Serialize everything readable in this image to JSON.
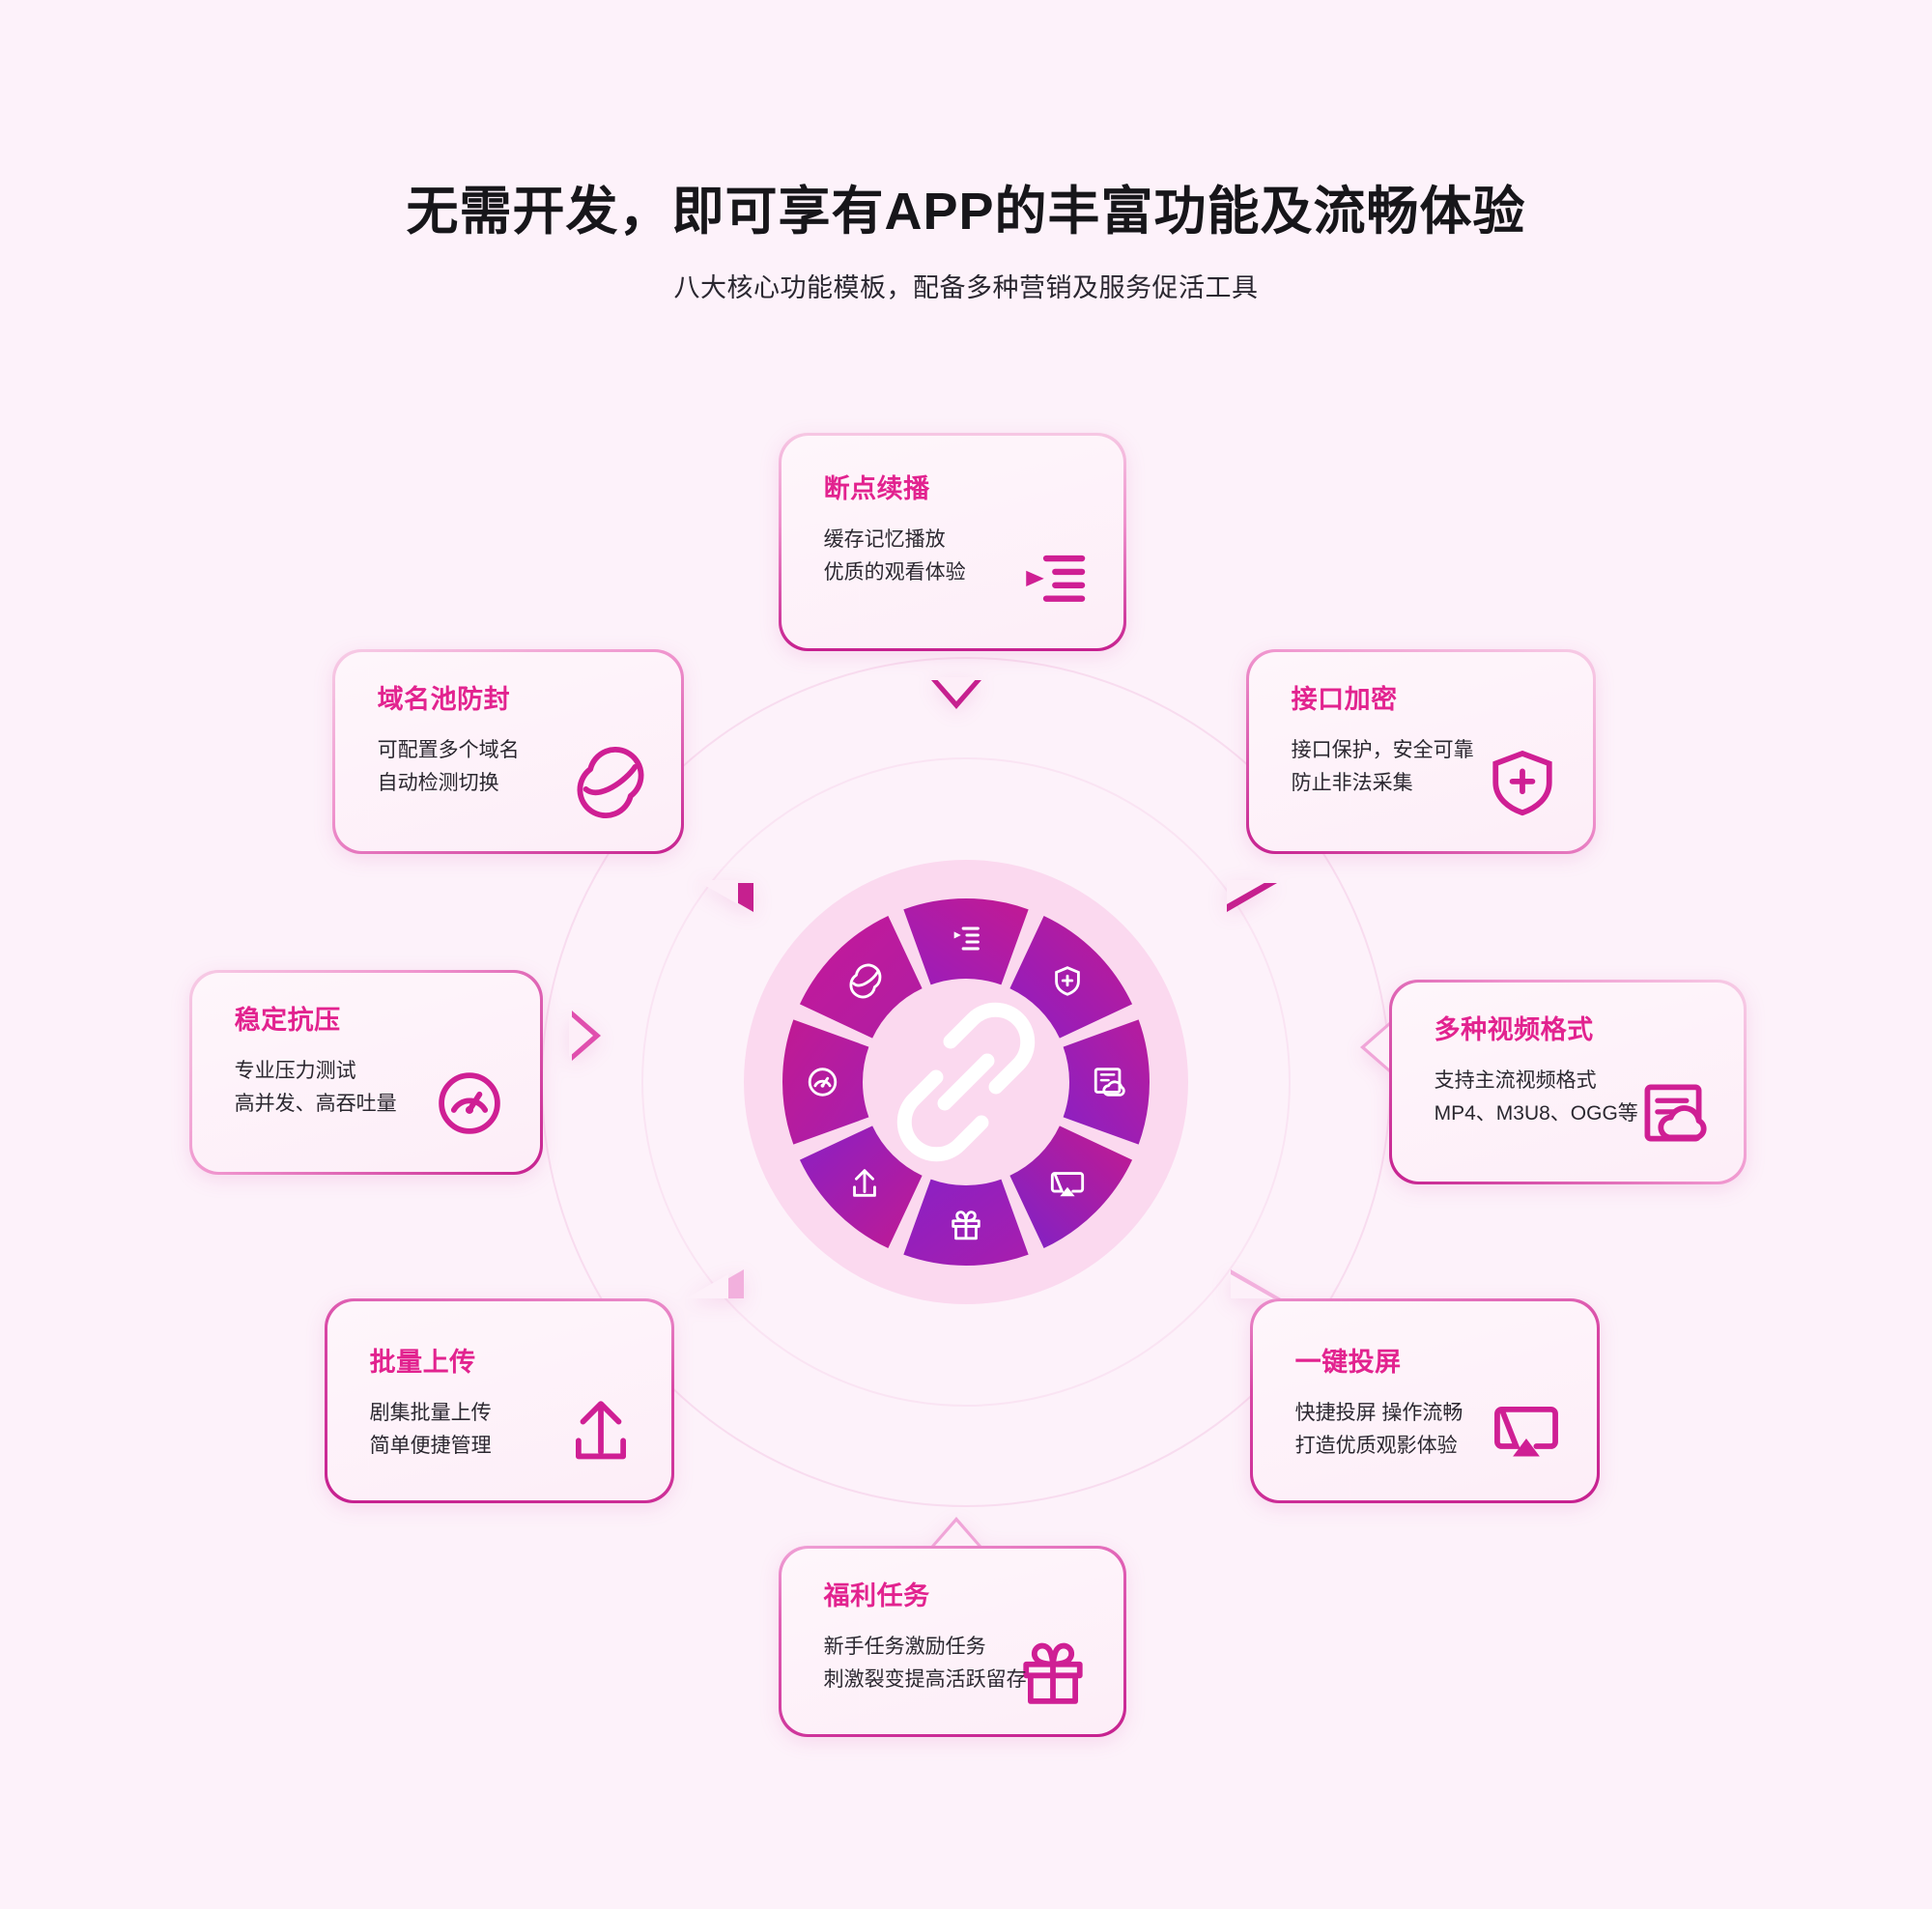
{
  "header": {
    "title": "无需开发，即可享有APP的丰富功能及流畅体验",
    "subtitle": "八大核心功能模板，配备多种营销及服务促活工具"
  },
  "theme": {
    "background": "#fdf2fa",
    "accent": "#e2238f",
    "border_deep": "#c6208f",
    "halo": "#fbd9ef",
    "wheel_purple": "#8e1ec0",
    "wheel_magenta": "#c01a93"
  },
  "hub": {
    "center_icon": "link-chain-icon",
    "segments": [
      {
        "icon": "playlist-play-icon",
        "feature": "断点续播"
      },
      {
        "icon": "shield-plus-icon",
        "feature": "接口加密"
      },
      {
        "icon": "document-cloud-icon",
        "feature": "多种视频格式"
      },
      {
        "icon": "screen-cast-icon",
        "feature": "一键投屏"
      },
      {
        "icon": "gift-icon",
        "feature": "福利任务"
      },
      {
        "icon": "upload-icon",
        "feature": "批量上传"
      },
      {
        "icon": "gauge-icon",
        "feature": "稳定抗压"
      },
      {
        "icon": "globe-orbit-icon",
        "feature": "域名池防封"
      }
    ]
  },
  "cards": [
    {
      "id": "resume-play",
      "title": "断点续播",
      "desc": "缓存记忆播放\n优质的观看体验",
      "icon": "playlist-play-icon"
    },
    {
      "id": "api-encryption",
      "title": "接口加密",
      "desc": "接口保护，安全可靠\n防止非法采集",
      "icon": "shield-plus-icon"
    },
    {
      "id": "video-formats",
      "title": "多种视频格式",
      "desc": "支持主流视频格式\nMP4、M3U8、OGG等",
      "icon": "document-cloud-icon"
    },
    {
      "id": "screen-cast",
      "title": "一键投屏",
      "desc": "快捷投屏 操作流畅\n打造优质观影体验",
      "icon": "screen-cast-icon"
    },
    {
      "id": "reward-tasks",
      "title": "福利任务",
      "desc": "新手任务激励任务\n刺激裂变提高活跃留存",
      "icon": "gift-icon"
    },
    {
      "id": "batch-upload",
      "title": "批量上传",
      "desc": "剧集批量上传\n简单便捷管理",
      "icon": "upload-icon"
    },
    {
      "id": "stress-stability",
      "title": "稳定抗压",
      "desc": "专业压力测试\n高并发、高吞吐量",
      "icon": "gauge-icon"
    },
    {
      "id": "domain-pool",
      "title": "域名池防封",
      "desc": "可配置多个域名\n自动检测切换",
      "icon": "globe-orbit-icon"
    }
  ]
}
